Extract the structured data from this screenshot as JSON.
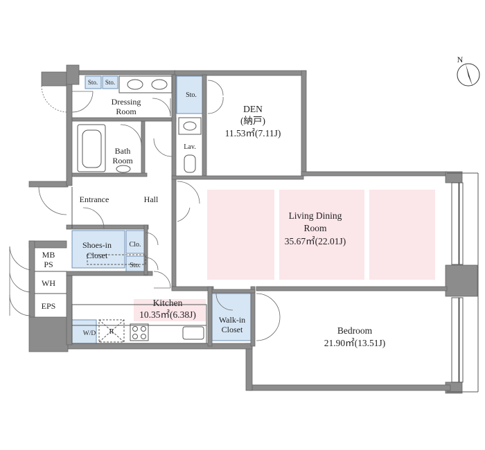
{
  "rooms": {
    "den": {
      "name": "DEN",
      "sub": "(納戸)",
      "area": "11.53㎡(7.11J)"
    },
    "dressing": {
      "line1": "Dressing",
      "line2": "Room"
    },
    "bath": {
      "line1": "Bath",
      "line2": "Room"
    },
    "lav": "Lav.",
    "entrance": "Entrance",
    "hall": "Hall",
    "living": {
      "line1": "Living Dining",
      "line2": "Room",
      "area": "35.67㎡(22.01J)"
    },
    "shoes": {
      "line1": "Shoes-in",
      "line2": "Closet"
    },
    "kitchen": {
      "name": "Kitchen",
      "area": "10.35㎡(6.38J)"
    },
    "walkin": {
      "line1": "Walk-in",
      "line2": "Closet"
    },
    "bedroom": {
      "name": "Bedroom",
      "area": "21.90㎡(13.51J)"
    }
  },
  "storage": {
    "sto_top_1": "Sto.",
    "sto_top_2": "Sto.",
    "sto_den": "Sto.",
    "clo": "Clo.",
    "sto_hall": "Sto.",
    "wd": "W/D",
    "r": "R"
  },
  "shafts": {
    "mbps_1": "MB",
    "mbps_2": "PS",
    "wh": "WH",
    "eps": "EPS"
  },
  "compass": {
    "label": "N"
  },
  "colors": {
    "wall": "#8c8c8c",
    "living_floor": "#fbe6ea",
    "closet_fill": "#d6e6f5",
    "line": "#555555"
  }
}
